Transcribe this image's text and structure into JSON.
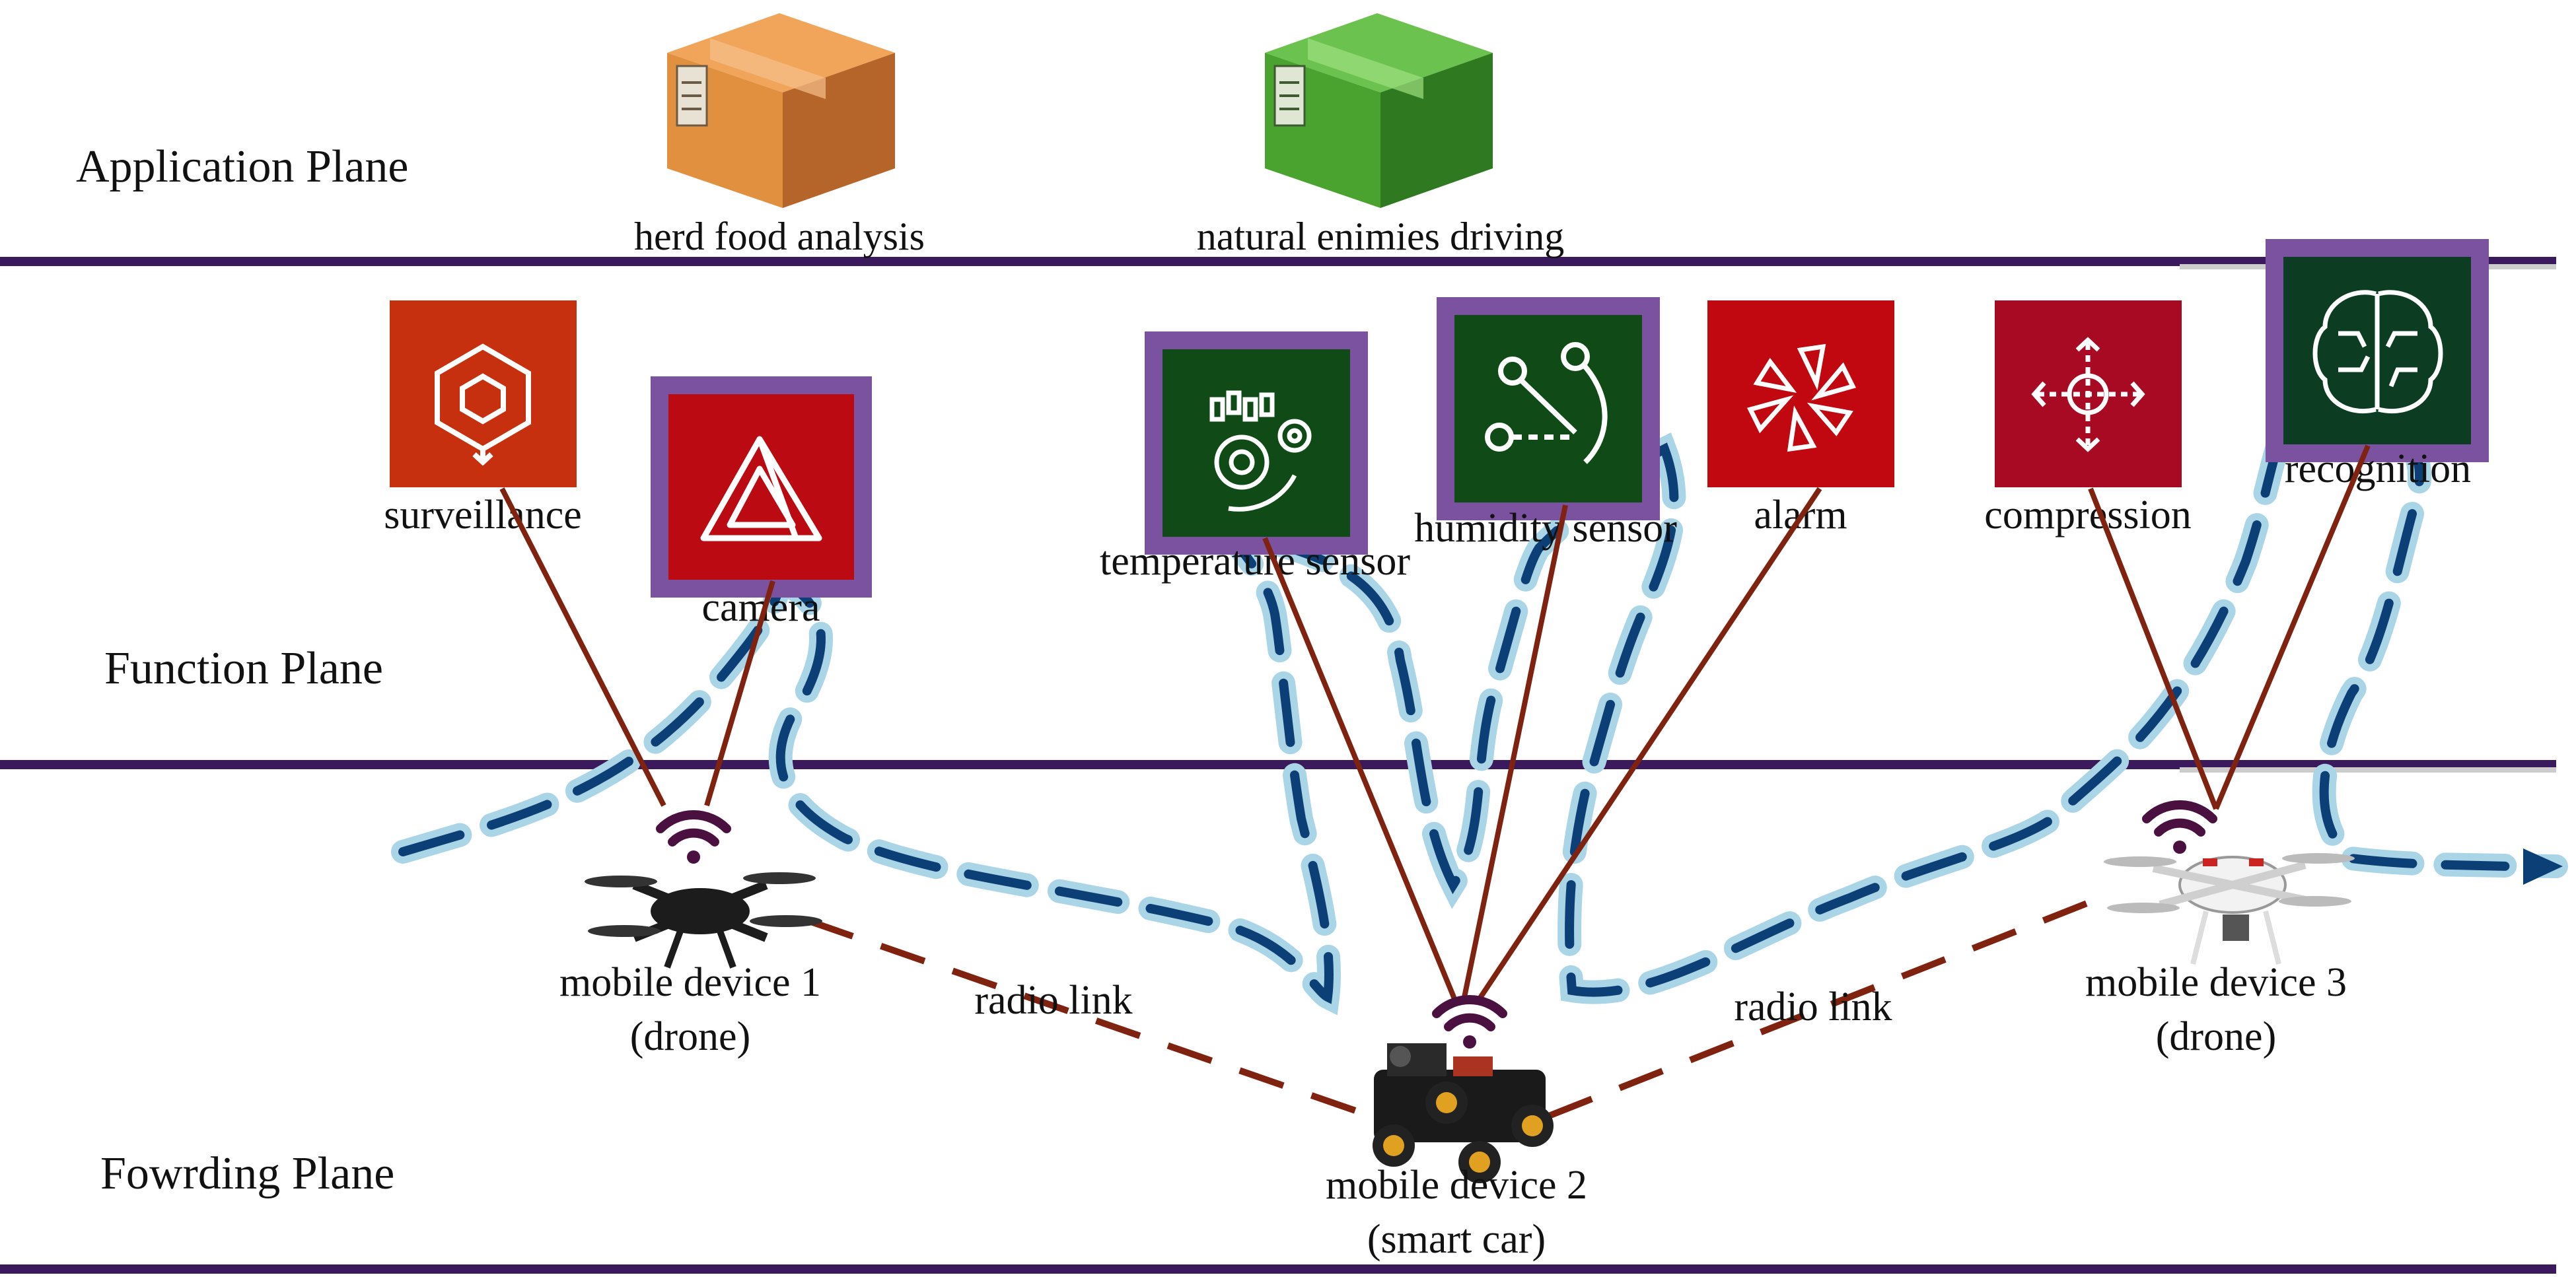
{
  "planes": {
    "application": "Application Plane",
    "function": "Function Plane",
    "forwarding": "Fowrding Plane"
  },
  "applications": [
    {
      "label": "herd food analysis",
      "color": "#d98a3f",
      "icon": "package-box-icon"
    },
    {
      "label": "natural enimies driving",
      "color": "#3a8f2a",
      "icon": "package-box-icon"
    }
  ],
  "functions": [
    {
      "id": "surveillance",
      "label": "surveillance",
      "color": "#c6300f",
      "icon": "hexagon-cube-icon",
      "highlighted": false
    },
    {
      "id": "camera",
      "label": "camera",
      "color": "#bb0a12",
      "icon": "triangle-logo-icon",
      "highlighted": true
    },
    {
      "id": "temperature",
      "label": "temperature sensor",
      "color": "#0f4a17",
      "icon": "gears-icon",
      "highlighted": true
    },
    {
      "id": "humidity",
      "label": "humidity sensor",
      "color": "#0f4a17",
      "icon": "route-icon",
      "highlighted": true
    },
    {
      "id": "alarm",
      "label": "alarm",
      "color": "#c1070f",
      "icon": "shutter-icon",
      "highlighted": false
    },
    {
      "id": "compression",
      "label": "compression",
      "color": "#a80a24",
      "icon": "compress-arrows-icon",
      "highlighted": false
    },
    {
      "id": "recognition",
      "label": "recognition",
      "color": "#0c3c22",
      "icon": "brain-circuit-icon",
      "highlighted": true
    }
  ],
  "devices": [
    {
      "id": "device1",
      "name": "mobile device 1",
      "type": "(drone)",
      "icon": "drone-icon"
    },
    {
      "id": "device2",
      "name": "mobile device 2",
      "type": "(smart car)",
      "icon": "smart-car-icon"
    },
    {
      "id": "device3",
      "name": "mobile device 3",
      "type": "(drone)",
      "icon": "drone-icon"
    }
  ],
  "links": {
    "radio_left": "radio link",
    "radio_right": "radio link"
  },
  "colors": {
    "plane_line": "#3a1a5c",
    "solid_link": "#7f2310",
    "dashed_link": "#7f2310",
    "path_dark": "#0d3f77",
    "path_light": "#a9d5e6",
    "wifi": "#4a1040",
    "highlight_frame": "#7a52a0"
  }
}
